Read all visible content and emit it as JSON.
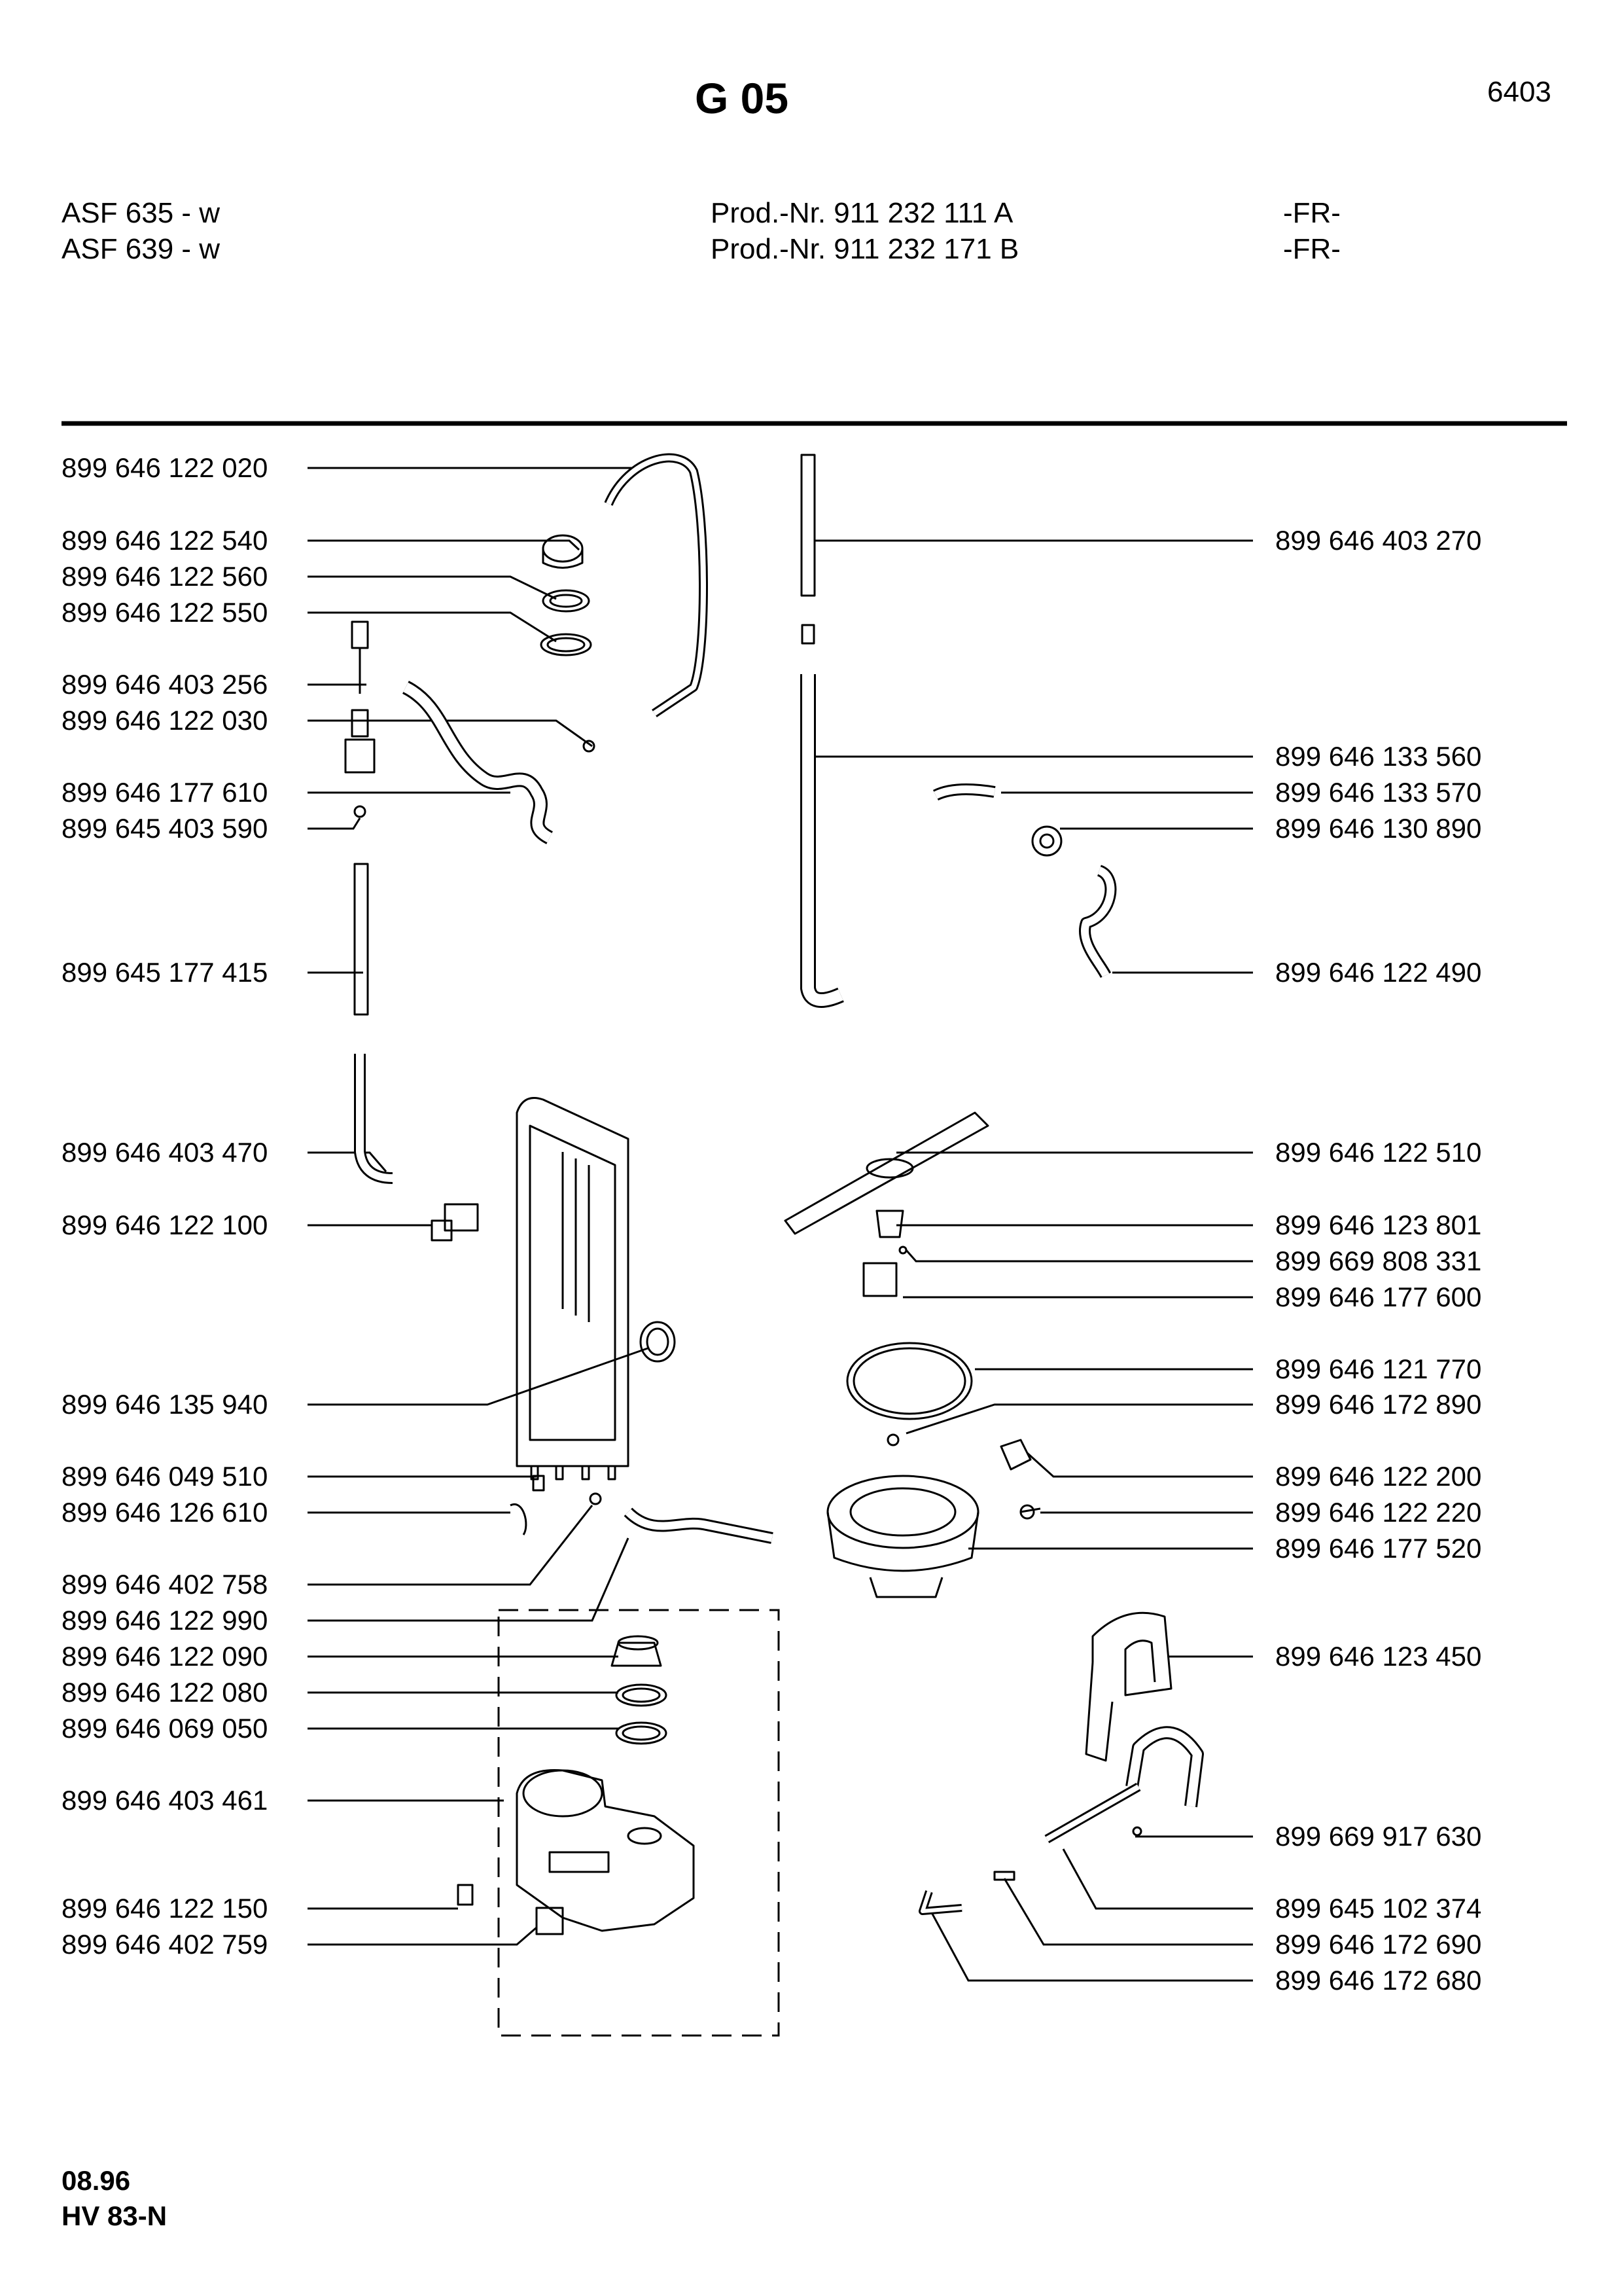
{
  "header": {
    "title": "G 05",
    "page_number": "6403",
    "models": [
      {
        "model": "ASF 635 - w",
        "prod": "Prod.-Nr. 911 232 111 A",
        "country": "-FR-"
      },
      {
        "model": "ASF 639 - w",
        "prod": "Prod.-Nr. 911 232 171 B",
        "country": "-FR-"
      }
    ]
  },
  "left_parts": [
    "899 646 122 020",
    "899 646 122 540",
    "899 646 122 560",
    "899 646 122 550",
    "899 646 403 256",
    "899 646 122 030",
    "899 646 177 610",
    "899 645 403 590",
    "899 645 177 415",
    "899 646 403 470",
    "899 646 122 100",
    "899 646 135 940",
    "899 646 049 510",
    "899 646 126 610",
    "899 646 402 758",
    "899 646 122 990",
    "899 646 122 090",
    "899 646 122 080",
    "899 646 069 050",
    "899 646 403 461",
    "899 646 122 150",
    "899 646 402 759"
  ],
  "right_parts": [
    "899 646 403 270",
    "899 646 133 560",
    "899 646 133 570",
    "899 646 130 890",
    "899 646 122 490",
    "899 646 122 510",
    "899 646 123 801",
    "899 669 808 331",
    "899 646 177 600",
    "899 646 121 770",
    "899 646 172 890",
    "899 646 122 200",
    "899 646 122 220",
    "899 646 177 520",
    "899 646 123 450",
    "899 669 917 630",
    "899 645 102 374",
    "899 646 172 690",
    "899 646 172 680"
  ],
  "footer": {
    "date": "08.96",
    "code": "HV 83-N"
  }
}
